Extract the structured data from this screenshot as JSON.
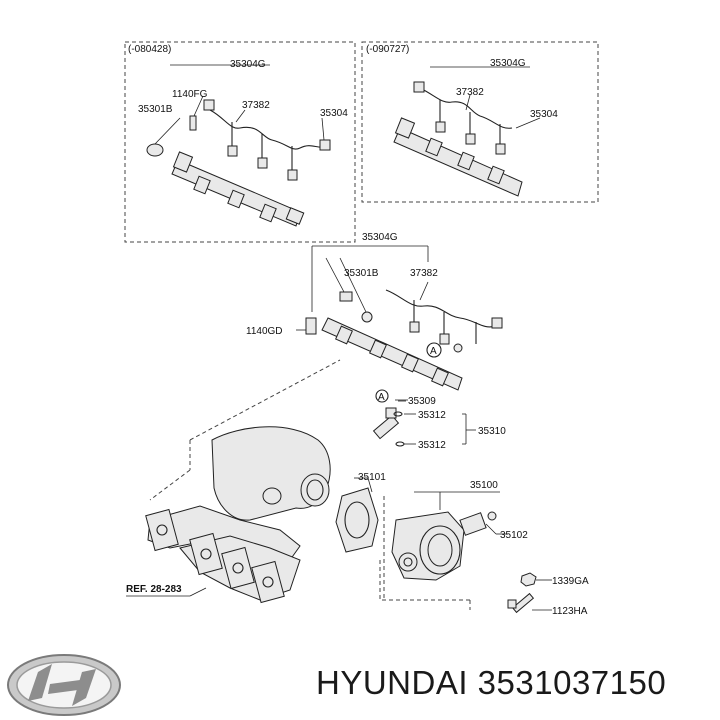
{
  "boxes": {
    "left_code": "(-080428)",
    "right_code": "(-090727)"
  },
  "labels": {
    "l_35304g": "35304G",
    "l_1140fg": "1140FG",
    "l_37382": "37382",
    "l_35301b": "35301B",
    "l_35304": "35304",
    "r_35304g": "35304G",
    "r_37382": "37382",
    "r_35304": "35304",
    "m_35304g": "35304G",
    "m_35301b": "35301B",
    "m_37382": "37382",
    "m_1140gd": "1140GD",
    "m_a1": "A",
    "m_a2": "A",
    "p_35309": "35309",
    "p_35312a": "35312",
    "p_35310": "35310",
    "p_35312b": "35312",
    "p_35101": "35101",
    "p_35100": "35100",
    "p_35102": "35102",
    "p_1339ga": "1339GA",
    "p_1123ha": "1123HA",
    "ref": "REF. 28-283"
  },
  "brand": {
    "logo": "hyundai-logo",
    "caption": "HYUNDAI 3531037150"
  }
}
